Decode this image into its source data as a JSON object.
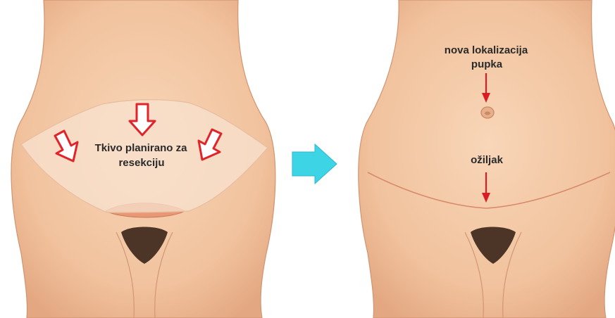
{
  "before_panel": {
    "label_line1": "Tkivo planirano za",
    "label_line2": "resekciju",
    "overlay_color": "#f6dcc6",
    "arrow_color": "#e0242a"
  },
  "transition_arrow": {
    "color": "#3dd4e6"
  },
  "after_panel": {
    "navel_label_line1": "nova lokalizacija",
    "navel_label_line2": "pupka",
    "scar_label": "ožiljak",
    "arrow_color": "#d81e24"
  },
  "colors": {
    "skin": "#f3c6a2",
    "skin_shadow": "#e2a57c",
    "outline": "#c98a66"
  }
}
